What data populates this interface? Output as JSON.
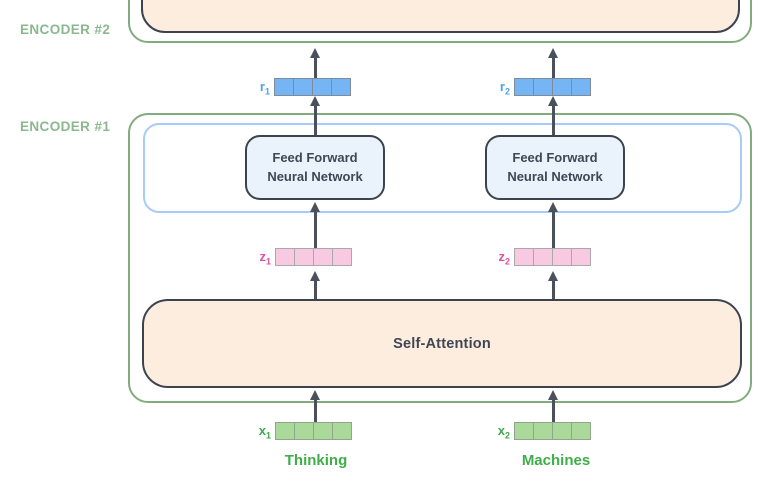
{
  "labels": {
    "encoder2": "ENCODER #2",
    "encoder1": "ENCODER #1"
  },
  "blocks": {
    "ffnn_line1": "Feed Forward",
    "ffnn_line2": "Neural Network",
    "self_attention": "Self-Attention"
  },
  "vectors": {
    "r1": {
      "base": "r",
      "sub": "1"
    },
    "r2": {
      "base": "r",
      "sub": "2"
    },
    "z1": {
      "base": "z",
      "sub": "1"
    },
    "z2": {
      "base": "z",
      "sub": "2"
    },
    "x1": {
      "base": "x",
      "sub": "1"
    },
    "x2": {
      "base": "x",
      "sub": "2"
    }
  },
  "words": {
    "token1": "Thinking",
    "token2": "Machines"
  },
  "colors": {
    "encoder_border": "#82AC7E",
    "encoder_label": "#8BB88D",
    "inner_blue_border": "#A8CBF7",
    "dark_border": "#3C434F",
    "attention_fill": "#FCEDDE",
    "ffnn_fill": "#EAF2FC",
    "arrow": "#4A515C",
    "r_fill": "#76B5F3",
    "r_border": "#7E8B98",
    "r_label": "#4BA1F3",
    "z_fill": "#F9C8E1",
    "z_border": "#A9A9A9",
    "z_label": "#E0519E",
    "x_fill": "#ABD89B",
    "x_border": "#8FA788",
    "x_label": "#3EA84A",
    "word_green": "#3FAE49"
  }
}
